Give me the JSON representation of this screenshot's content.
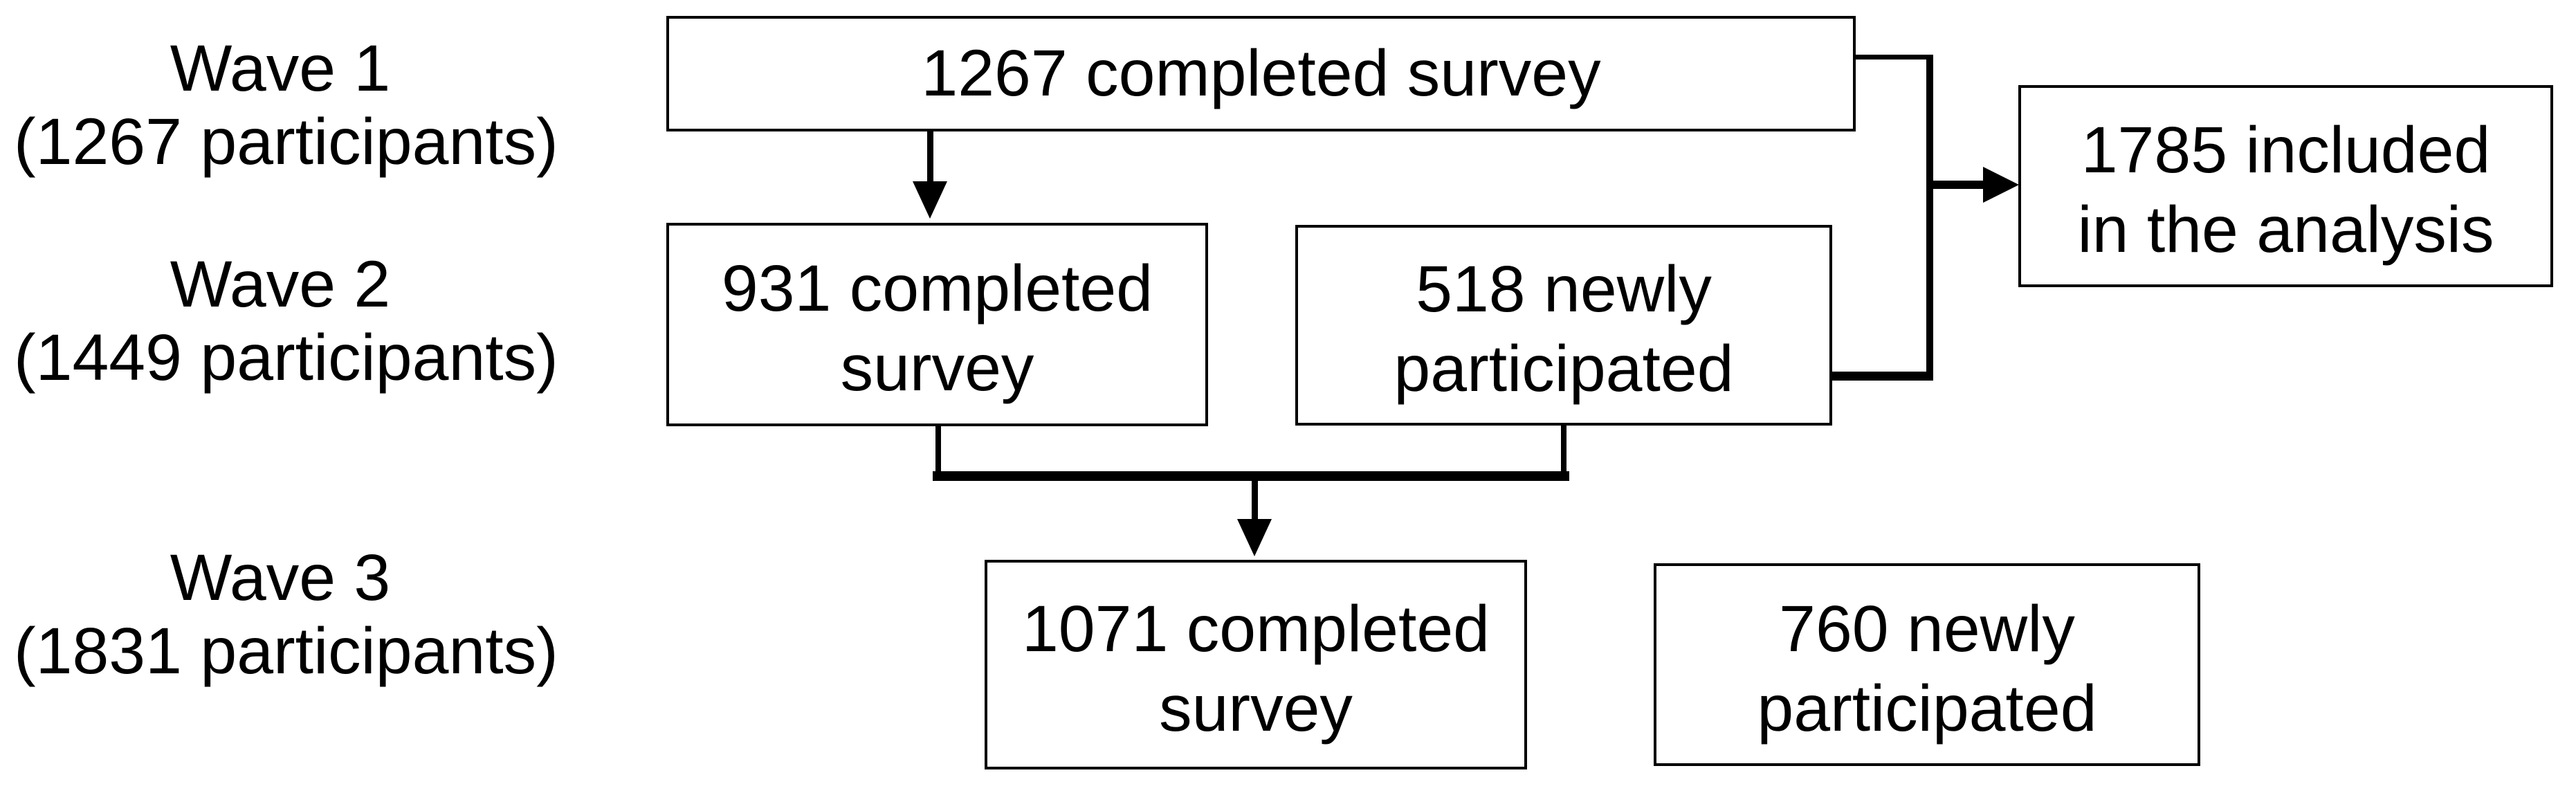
{
  "figure": {
    "title_implicit": "Survey participant flow across three waves",
    "colors": {
      "ink": "#000000",
      "background": "#ffffff"
    },
    "waves": [
      {
        "name": "Wave 1",
        "participants": "(1267 participants)"
      },
      {
        "name": "Wave 2",
        "participants": "(1449 participants)"
      },
      {
        "name": "Wave 3",
        "participants": "(1831 participants)"
      }
    ],
    "boxes": {
      "wave1_completed": {
        "text": "1267 completed survey"
      },
      "wave2_completed": {
        "line1": "931 completed",
        "line2": "survey"
      },
      "wave2_new": {
        "line1": "518 newly",
        "line2": "participated"
      },
      "included": {
        "line1": "1785 included",
        "line2": "in the analysis"
      },
      "wave3_completed": {
        "line1": "1071 completed",
        "line2": "survey"
      },
      "wave3_new": {
        "line1": "760 newly",
        "line2": "participated"
      }
    }
  }
}
